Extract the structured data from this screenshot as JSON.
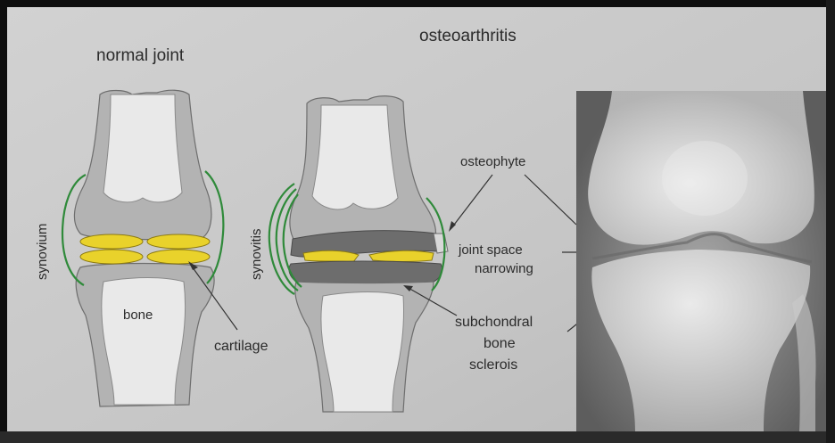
{
  "labels": {
    "normal_joint": "normal joint",
    "osteoarthritis": "osteoarthritis",
    "synovium": "synovium",
    "bone": "bone",
    "cartilage": "cartilage",
    "synovitis": "synovitis",
    "osteophyte": "osteophyte",
    "joint_space_line1": "joint space",
    "joint_space_line2": "narrowing",
    "subchondral_line1": "subchondral",
    "subchondral_line2": "bone",
    "subchondral_line3": "sclerois"
  },
  "colors": {
    "page": "#c9c9c9",
    "bone_fill": "#b3b3b3",
    "bone_stroke": "#6e6e6e",
    "bone_core": "#e9e9e9",
    "cartilage": "#e9d22b",
    "synovium": "#2f8a3a",
    "sclerosis": "#6d6d6d",
    "xray_bg": "#6f6f6f",
    "xray_bone": "#dcdcdc"
  }
}
